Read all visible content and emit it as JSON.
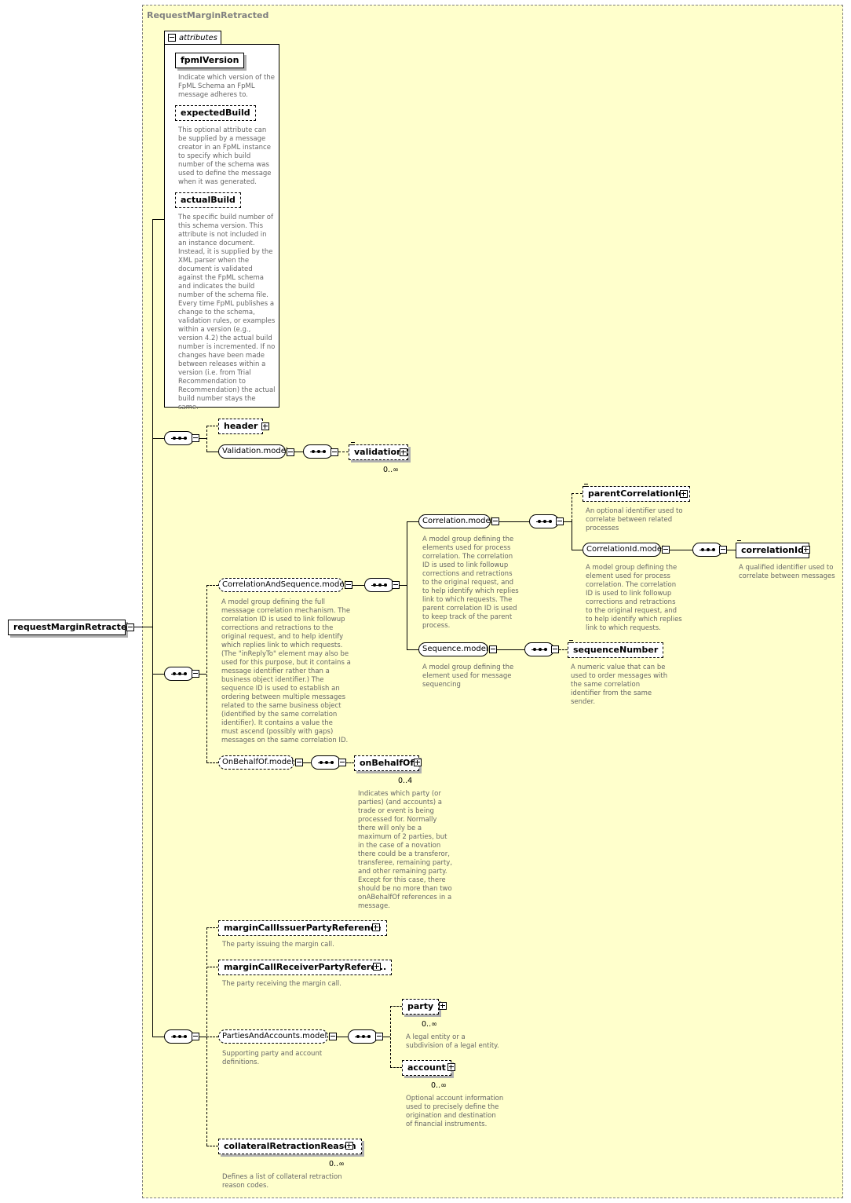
{
  "diagram": {
    "frame_title": "RequestMarginRetracted",
    "root": "requestMarginRetracted",
    "attributes": {
      "tab_label": "attributes",
      "items": [
        {
          "name": "fpmlVersion",
          "desc": "Indicate which version of the FpML Schema an FpML message adheres to."
        },
        {
          "name": "expectedBuild",
          "desc": "This optional attribute can be supplied by a message creator in an FpML instance to specify which build number of the schema was used to define the message when it was generated."
        },
        {
          "name": "actualBuild",
          "desc": "The specific build number of this schema version. This attribute is not included in an instance document. Instead, it is supplied by the XML parser when the document is validated against the FpML schema and indicates the build number of the schema file. Every time FpML publishes a change to the schema, validation rules, or examples within a version (e.g., version 4.2) the actual build number is incremented. If no changes have been made between releases within a version (i.e. from Trial Recommendation to Recommendation) the actual build number stays the same."
        }
      ]
    },
    "header": "header",
    "validation_model": "Validation.model",
    "validation": "validation",
    "validation_card": "0..∞",
    "correlation_and_sequence": {
      "name": "CorrelationAndSequence.model",
      "desc": "A model group defining the full messsage correlation mechanism. The correlation ID is used to link followup corrections and retractions to the original request, and to help identify which replies link to which requests. (The \"inReplyTo\" element may also be used for this purpose, but it contains a message identifier rather than a business object identifier.) The sequence ID is used to establish an ordering between multiple messages related to the same business object (identified by the same correlation identifier). It contains a value the must ascend (possibly with gaps) messages on the same correlation ID."
    },
    "correlation_model": {
      "name": "Correlation.model",
      "desc": "A model group defining the elements used for process correlation. The correlation ID is used to link followup corrections and retractions to the original request, and to help identify which replies link to which requests. The parent correlation ID is used to keep track of the parent process."
    },
    "parent_correlation_id": {
      "name": "parentCorrelationId",
      "desc": "An optional identifier used to correlate between related processes"
    },
    "correlation_id_model": {
      "name": "CorrelationId.model",
      "desc": "A model group defining the element used for process correlation. The correlation ID is used to link followup corrections and retractions to the original request, and to help identify which replies link to which requests."
    },
    "correlation_id": {
      "name": "correlationId",
      "desc": "A qualified identifier used to correlate between messages"
    },
    "sequence_model": {
      "name": "Sequence.model",
      "desc": "A model group defining the element used for message sequencing"
    },
    "sequence_number": {
      "name": "sequenceNumber",
      "desc": "A numeric value that can be used to order messages with the same correlation identifier from the same sender."
    },
    "on_behalf_of_model": "OnBehalfOf.model",
    "on_behalf_of": {
      "name": "onBehalfOf",
      "card": "0..4",
      "desc": "Indicates which party (or parties) (and accounts) a trade or event is being processed for. Normally there will only be a maximum of 2 parties, but in the case of a novation there could be a transferor, transferee, remaining party, and other remaining party. Except for this case, there should be no more than two onABehalfOf references in a message."
    },
    "margin_call_issuer": {
      "name": "marginCallIssuerPartyReference",
      "desc": "The party issuing the margin call."
    },
    "margin_call_receiver": {
      "name": "marginCallReceiverPartyRefere...",
      "desc": "The party receiving the margin call."
    },
    "parties_and_accounts": {
      "name": "PartiesAndAccounts.model",
      "desc": "Supporting party and account definitions."
    },
    "party": {
      "name": "party",
      "card": "0..∞",
      "desc": "A legal entity or a subdivision of a legal entity."
    },
    "account": {
      "name": "account",
      "card": "0..∞",
      "desc": "Optional account information used to precisely define the origination and destination of financial instruments."
    },
    "collateral_retraction_reason": {
      "name": "collateralRetractionReason",
      "card": "0..∞",
      "desc": "Defines a list of collateral retraction reason codes."
    }
  }
}
